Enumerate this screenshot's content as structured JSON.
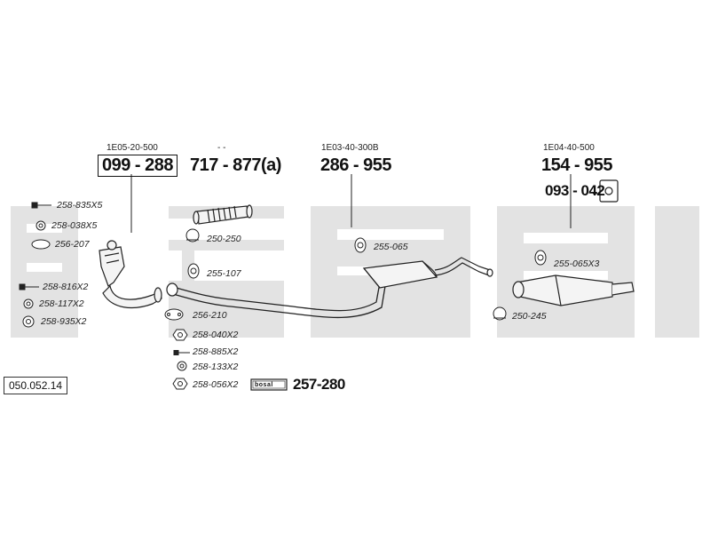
{
  "catalog_number": "050.052.14",
  "top_codes": {
    "front": "1E05-20-500",
    "flex": "- -",
    "middle": "1E03-40-300B",
    "rear": "1E04-40-500"
  },
  "main_parts": {
    "front": "099 - 288",
    "flex": "717 - 877(a)",
    "middle": "286 - 955",
    "rear": "154 - 955",
    "bracket": "093 - 042",
    "bosal_kit": "257-280"
  },
  "left_fittings": [
    "258-835X5",
    "258-038X5",
    "256-207",
    "258-816X2",
    "258-117X2",
    "258-935X2"
  ],
  "center_fittings": [
    "250-250",
    "255-107",
    "256-210",
    "258-040X2",
    "258-885X2",
    "258-133X2",
    "258-056X2"
  ],
  "middle_fittings": [
    "255-065"
  ],
  "rear_fittings": [
    "255-065X3",
    "250-245"
  ],
  "brand_badge": "bosal",
  "colors": {
    "band": "#e3e3e3",
    "line": "#222222"
  }
}
